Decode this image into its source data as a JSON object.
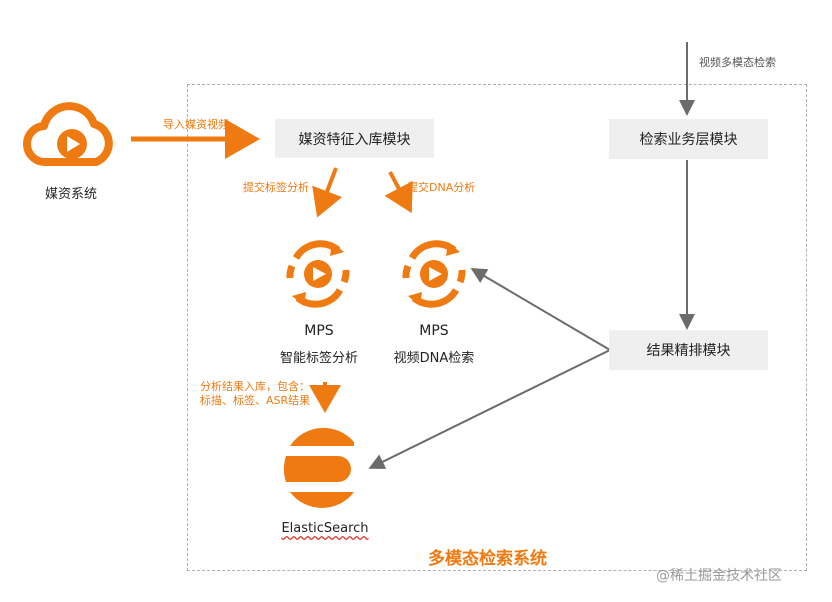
{
  "media_system": {
    "label": "媒资系统"
  },
  "edges": {
    "import_video": "导入媒资视频",
    "video_multimodal_search": "视频多模态检索",
    "submit_tag_analysis": "提交标签分析",
    "submit_dna_analysis": "提交DNA分析",
    "analysis_result_line1": "分析结果入库，包含：",
    "analysis_result_line2": "标描、标签、ASR结果"
  },
  "modules": {
    "media_feature_ingest": "媒资特征入库模块",
    "search_business": "检索业务层模块",
    "result_rerank": "结果精排模块"
  },
  "mps_tag": {
    "title": "MPS",
    "subtitle": "智能标签分析"
  },
  "mps_dna": {
    "title": "MPS",
    "subtitle": "视频DNA检索"
  },
  "elasticsearch": {
    "label": "ElasticSearch"
  },
  "system_title": "多模态检索系统",
  "watermark": "@稀土掘金技术社区",
  "colors": {
    "accent": "#f07a12",
    "gray_arrow": "#6b6b6b",
    "box_bg": "#efefef"
  }
}
